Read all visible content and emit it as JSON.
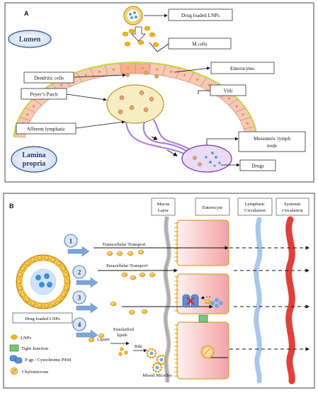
{
  "panel_a": {
    "letter": "A",
    "lumen": "Lumen",
    "lamina_propria_line1": "Lamina",
    "lamina_propria_line2": "propria",
    "drug_loaded_lnps": "Drug loaded LNPs",
    "m_cells": "M cells",
    "enterocytes": "Enterocytes",
    "dendritic_cells": "Dendritic cells",
    "peyers_patch": "Peyer’s Patch",
    "villi": "Villi",
    "afferent_lymphatic": "Afferent lymphatic",
    "mesenteric_lymph_node_line1": "Mesenteric lymph",
    "mesenteric_lymph_node_line2": "node",
    "drugs": "Drugs"
  },
  "panel_b": {
    "letter": "B",
    "mucus_layer_line1": "Mucus",
    "mucus_layer_line2": "Layer",
    "enterocyte": "Enterocyte",
    "lymphatic_line1": "Lymphatic",
    "lymphatic_line2": "Circulation",
    "systemic_line1": "Systemic",
    "systemic_line2": "Circulation",
    "transcellular": "Transcellular Transport",
    "paracellular": "Paracellular Transport",
    "steps": [
      "1",
      "2",
      "3",
      "4"
    ],
    "drug_loaded_lnps": "Drug loaded LNPs",
    "lipase": "Lipase",
    "emulsified_line1": "Emulsified",
    "emulsified_line2": "lipids",
    "bile": "Bile",
    "mixed_micelles": "Mixed Micelles",
    "legend": {
      "lnps": "LNPs",
      "tight_junction": "Tight Junction",
      "pgp": "P-gp / Cytochrome P450",
      "chylomicrons": "Chylomicrons"
    }
  },
  "colors": {
    "region_fill": "#dbe6f5",
    "region_stroke": "#2f4f86",
    "cell_fill": "#f6c9b4",
    "cell_stroke": "#c98568",
    "lnp_fill": "#f4b51c",
    "lnp_stroke": "#b47c0a",
    "lymph_node_fill": "#e9d8f6",
    "lymph_node_stroke": "#7a3fb0",
    "lymph_vessel": "#a983d8",
    "peyer_fill": "#f7edc3",
    "peyer_stroke": "#b79a2a",
    "drug_dot": "#5b9bd5",
    "blood_vessel": "#e0403a",
    "lymph_vessel_b": "#a9c7ea",
    "mucus": "#b9b9b9",
    "enterocyte_gradient_start": "#fde6e6",
    "enterocyte_gradient_end": "#f3a9a9",
    "tight_junction": "#7fc17f",
    "arrow_blue": "#7ea6d8"
  }
}
